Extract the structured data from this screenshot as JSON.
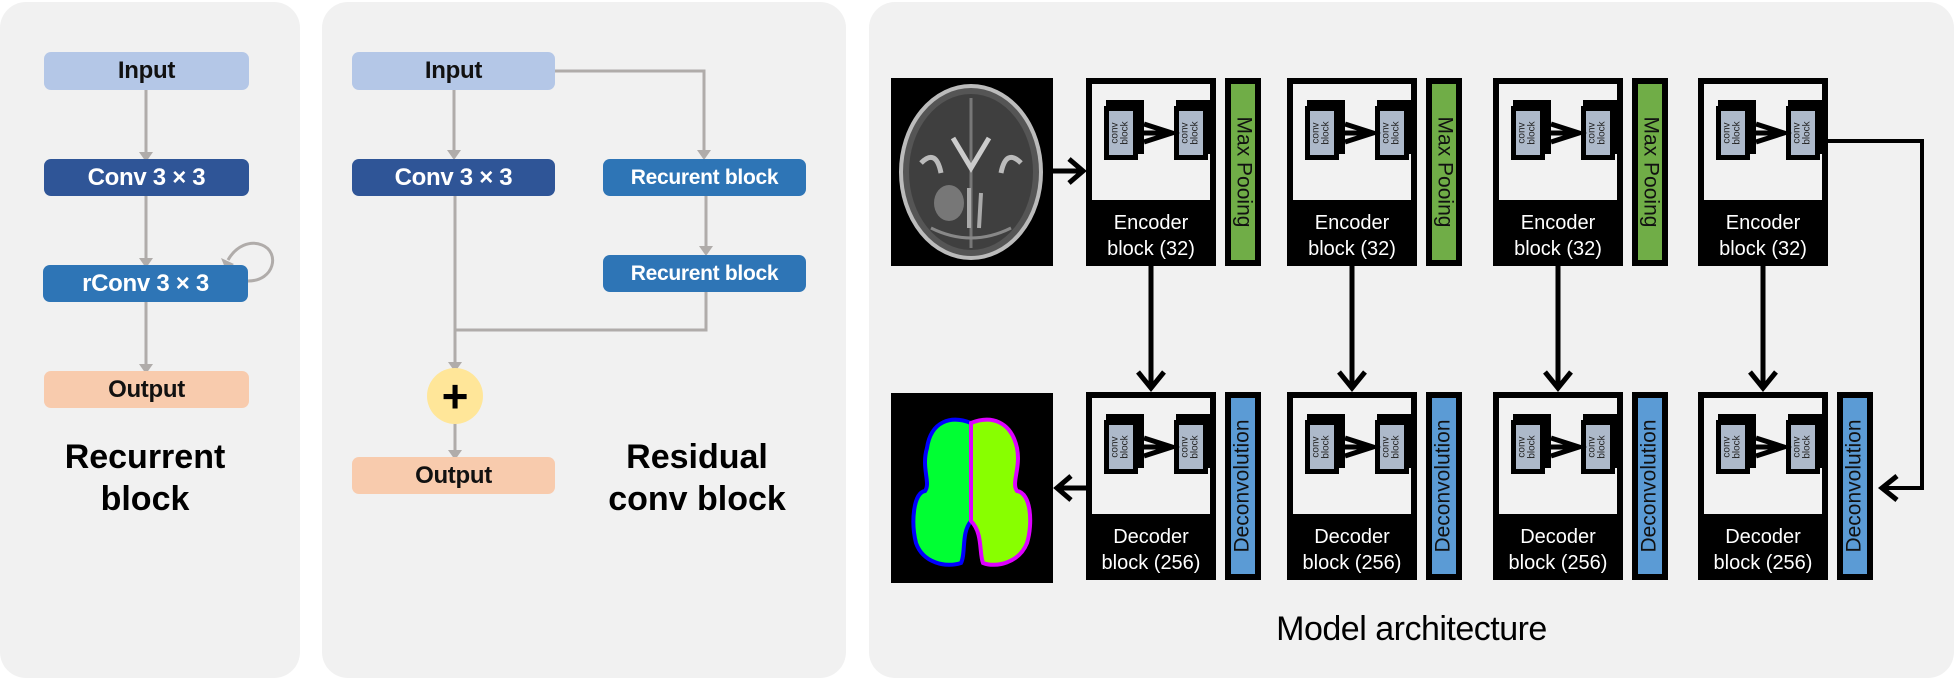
{
  "colors": {
    "panel_bg": "#f1f1f1",
    "input": "#b4c7e7",
    "conv": "#2f5597",
    "rconv": "#2e75b6",
    "output": "#f8cbad",
    "sum": "#ffe699",
    "max_pooling": "#70ad47",
    "deconvolution": "#5b9bd5",
    "conv_block": "#adb9ca",
    "wire_gray": "#b0acaa",
    "seg_left": "#00ff33",
    "seg_right": "#88ff00",
    "seg_left_border": "#0000ff",
    "seg_right_border": "#dd00ff"
  },
  "recurrent_block": {
    "caption_line1": "Recurrent",
    "caption_line2": "block",
    "nodes": {
      "input": "Input",
      "conv": "Conv 3 × 3",
      "rconv": "rConv 3 × 3",
      "output": "Output"
    }
  },
  "residual_block": {
    "caption_line1": "Residual",
    "caption_line2": "conv block",
    "nodes": {
      "input": "Input",
      "conv": "Conv 3 × 3",
      "recurrent1": "Recurent block",
      "recurrent2": "Recurent block",
      "sum": "+",
      "output": "Output"
    }
  },
  "architecture": {
    "title": "Model architecture",
    "conv_block_label": "conv\nblock",
    "encoders": [
      {
        "label1": "Encoder",
        "label2": "block (32)",
        "side": "Max Pooing"
      },
      {
        "label1": "Encoder",
        "label2": "block (32)",
        "side": "Max Pooing"
      },
      {
        "label1": "Encoder",
        "label2": "block (32)",
        "side": "Max Pooing"
      },
      {
        "label1": "Encoder",
        "label2": "block (32)",
        "side": ""
      }
    ],
    "decoders": [
      {
        "label1": "Decoder",
        "label2": "block (256)",
        "side": "Deconvolution"
      },
      {
        "label1": "Decoder",
        "label2": "block (256)",
        "side": "Deconvolution"
      },
      {
        "label1": "Decoder",
        "label2": "block (256)",
        "side": "Deconvolution"
      },
      {
        "label1": "Decoder",
        "label2": "block (256)",
        "side": "Deconvolution"
      }
    ],
    "input_image": "brain-mri-slice",
    "output_image": "brain-segmentation-mask"
  }
}
